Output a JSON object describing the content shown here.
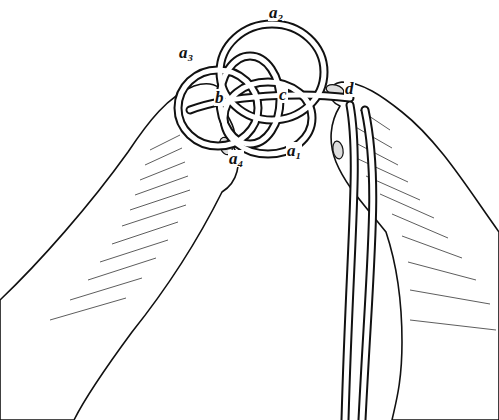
{
  "diagram": {
    "labels": [
      "a₂",
      "a₃",
      "b",
      "c",
      "d",
      "a₄",
      "a₁"
    ]
  }
}
